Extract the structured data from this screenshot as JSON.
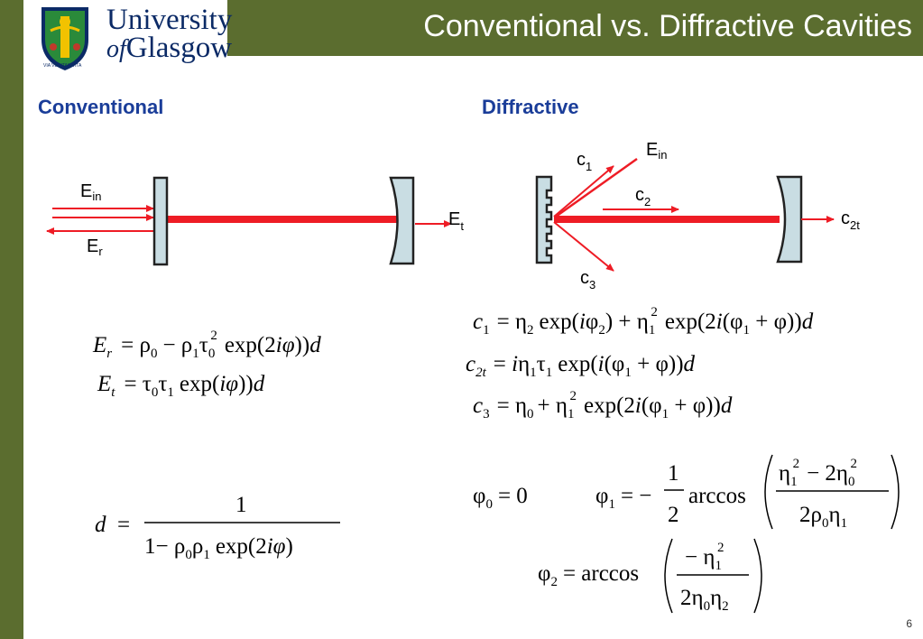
{
  "header": {
    "title": "Conventional vs. Diffractive Cavities",
    "logo_line1": "University",
    "logo_of": "of",
    "logo_line2": "Glasgow",
    "logo_motto": "VIA VERITAS VITA"
  },
  "colors": {
    "green": "#5b6d2f",
    "blue_heading": "#1a3d99",
    "beam": "#ee1c25",
    "mirror": "#c9dde3",
    "logo_navy": "#0b2a66"
  },
  "sections": {
    "left": "Conventional",
    "right": "Diffractive"
  },
  "labels": {
    "conv_ein": "E",
    "conv_ein_sub": "in",
    "conv_er": "E",
    "conv_er_sub": "r",
    "conv_et": "E",
    "conv_et_sub": "t",
    "diff_ein": "E",
    "diff_ein_sub": "in",
    "c1": "c",
    "c1_sub": "1",
    "c2": "c",
    "c2_sub": "2",
    "c2t": "c",
    "c2t_sub": "2t",
    "c3": "c",
    "c3_sub": "3"
  },
  "page_number": "6"
}
